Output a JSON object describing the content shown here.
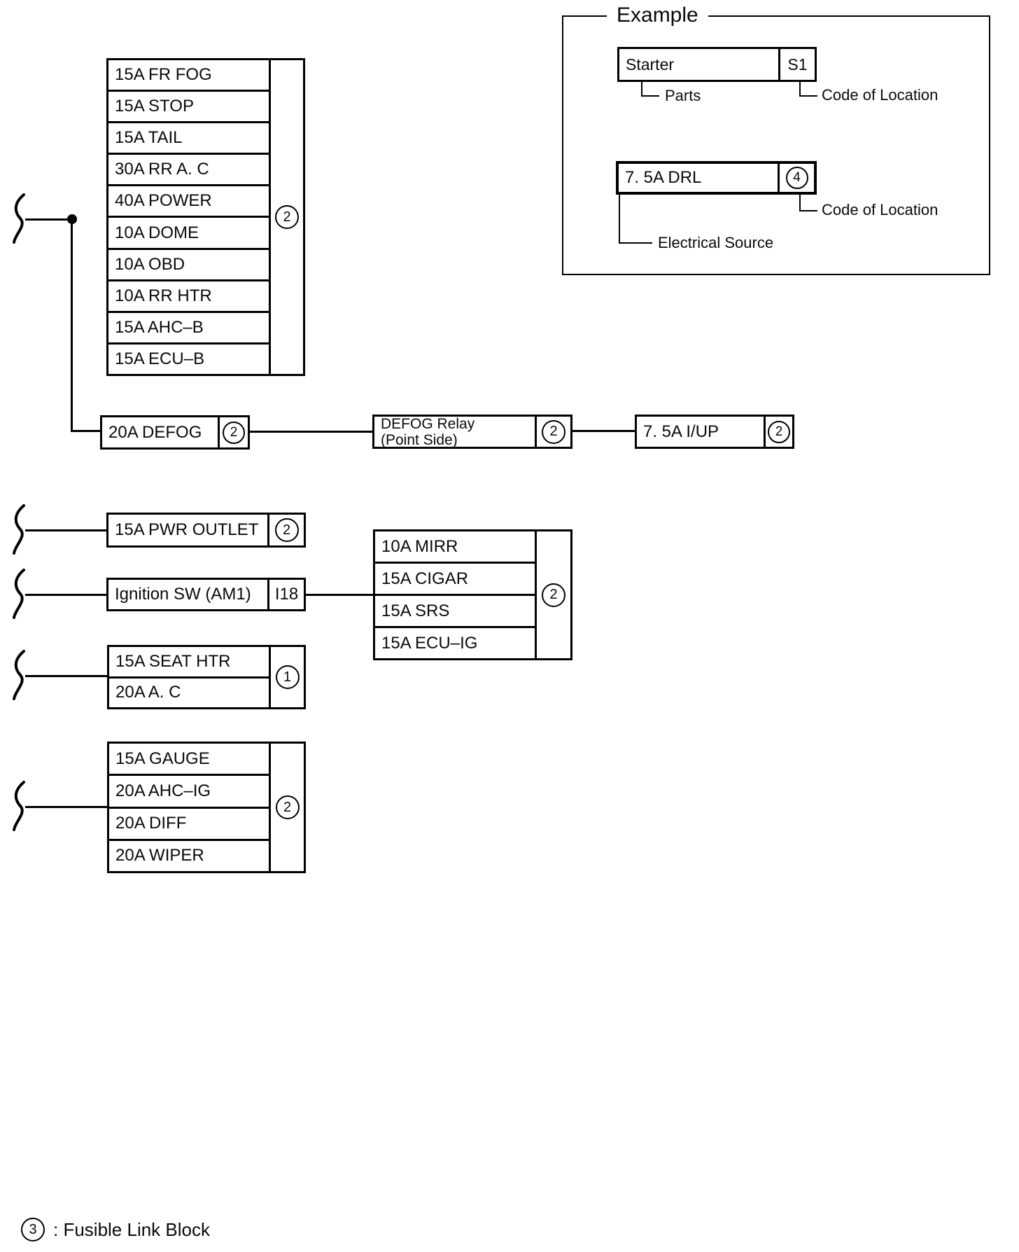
{
  "colors": {
    "line": "#000000",
    "background": "#ffffff"
  },
  "example": {
    "title": "Example",
    "starter_box": {
      "label": "Starter",
      "code": "S1"
    },
    "drl_box": {
      "label": "7. 5A DRL",
      "code": "4"
    },
    "annotations": {
      "parts": "Parts",
      "code_of_location_1": "Code of Location",
      "code_of_location_2": "Code of Location",
      "electrical_source": "Electrical Source"
    }
  },
  "blocks": {
    "main_fuse_block": {
      "code": "2",
      "rows": [
        "15A FR FOG",
        "15A STOP",
        "15A TAIL",
        "30A RR A. C",
        "40A POWER",
        "10A DOME",
        "10A OBD",
        "10A RR HTR",
        "15A AHC–B",
        "15A ECU–B"
      ]
    },
    "defog_fuse": {
      "label": "20A DEFOG",
      "code": "2"
    },
    "defog_relay": {
      "label_line1": "DEFOG Relay",
      "label_line2": "(Point Side)",
      "code": "2"
    },
    "iup_fuse": {
      "label": "7. 5A I/UP",
      "code": "2"
    },
    "pwr_outlet_fuse": {
      "label": "15A PWR OUTLET",
      "code": "2"
    },
    "ignition_sw": {
      "label": "Ignition SW (AM1)",
      "code": "I18"
    },
    "ig_fuse_block": {
      "code": "2",
      "rows": [
        "10A MIRR",
        "15A CIGAR",
        "15A SRS",
        "15A ECU–IG"
      ]
    },
    "seat_fuse_block": {
      "code": "1",
      "rows": [
        "15A SEAT HTR",
        "20A A. C"
      ]
    },
    "gauge_fuse_block": {
      "code": "2",
      "rows": [
        "15A GAUGE",
        "20A AHC–IG",
        "20A DIFF",
        "20A WIPER"
      ]
    }
  },
  "legend": {
    "code": "3",
    "text": ": Fusible Link Block"
  }
}
